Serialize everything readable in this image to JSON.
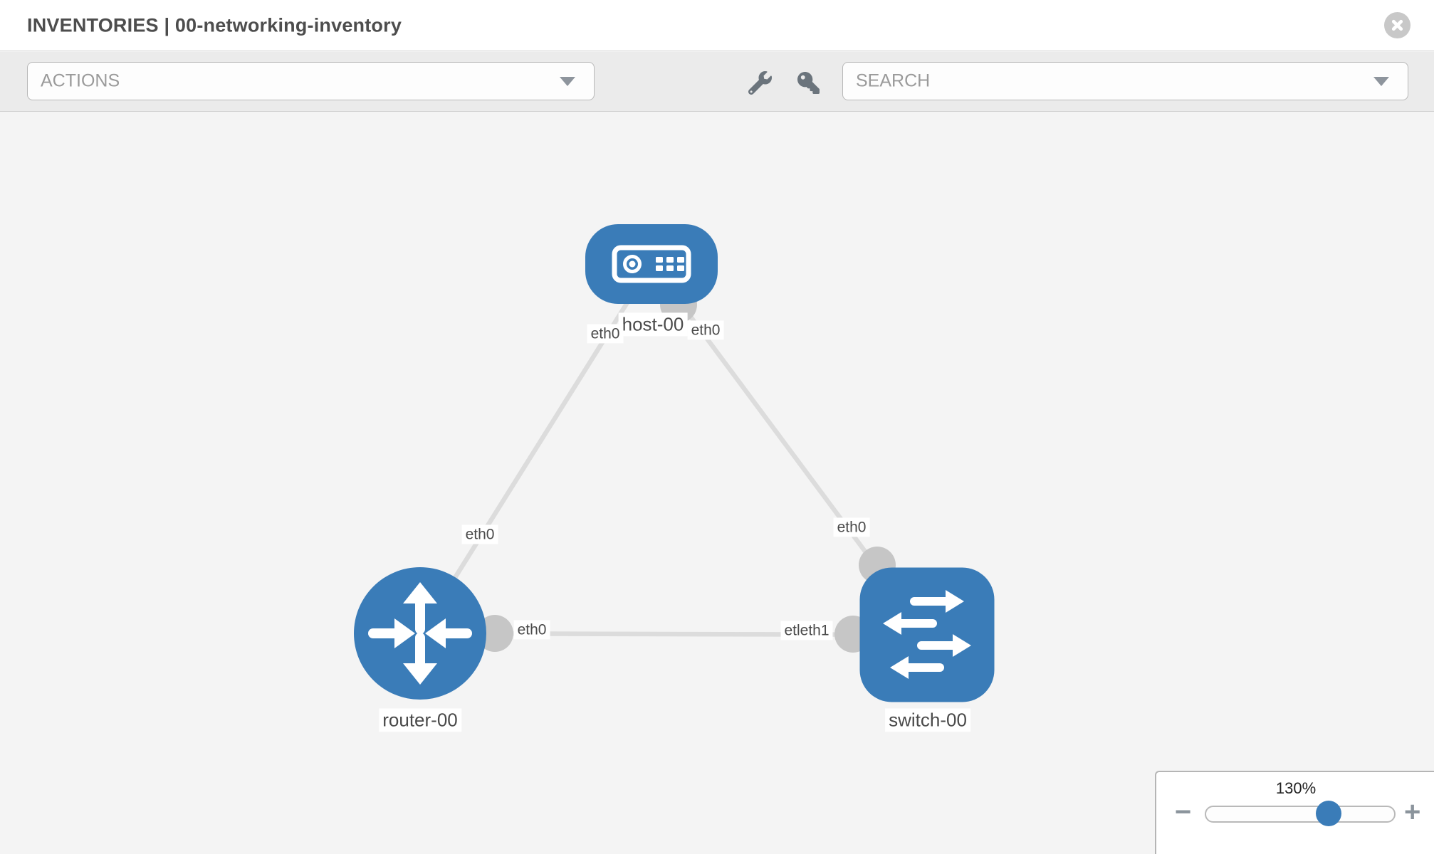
{
  "header": {
    "title": "INVENTORIES | 00-networking-inventory"
  },
  "toolbar": {
    "actions_label": "ACTIONS",
    "search_label": "SEARCH"
  },
  "icons": {
    "close": "close-icon",
    "wrench": "wrench-icon",
    "key": "key-icon",
    "caret": "chevron-down-icon"
  },
  "topology": {
    "nodes": [
      {
        "id": "host-00",
        "type": "host",
        "label": "host-00"
      },
      {
        "id": "router-00",
        "type": "router",
        "label": "router-00"
      },
      {
        "id": "switch-00",
        "type": "switch",
        "label": "switch-00"
      }
    ],
    "links": [
      {
        "from": "host-00",
        "from_interface": "eth0",
        "to": "router-00",
        "to_interface": "eth0"
      },
      {
        "from": "host-00",
        "from_interface": "eth0",
        "to": "switch-00",
        "to_interface": "eth0"
      },
      {
        "from": "router-00",
        "from_interface": "eth0",
        "to": "switch-00",
        "to_interface": "eth1"
      }
    ],
    "interface_labels": [
      {
        "text": "eth0"
      },
      {
        "text": "eth0"
      },
      {
        "text": "eth0"
      },
      {
        "text": "eth0"
      },
      {
        "text": "eth0"
      },
      {
        "text": "etleth1"
      }
    ]
  },
  "zoom_control": {
    "level": "130%",
    "minus": "−",
    "plus": "+"
  },
  "colors": {
    "node_blue": "#3a7cb8",
    "connector_gray": "#c6c6c6",
    "link_gray": "#dcdcdc",
    "canvas_bg": "#f4f4f4"
  }
}
